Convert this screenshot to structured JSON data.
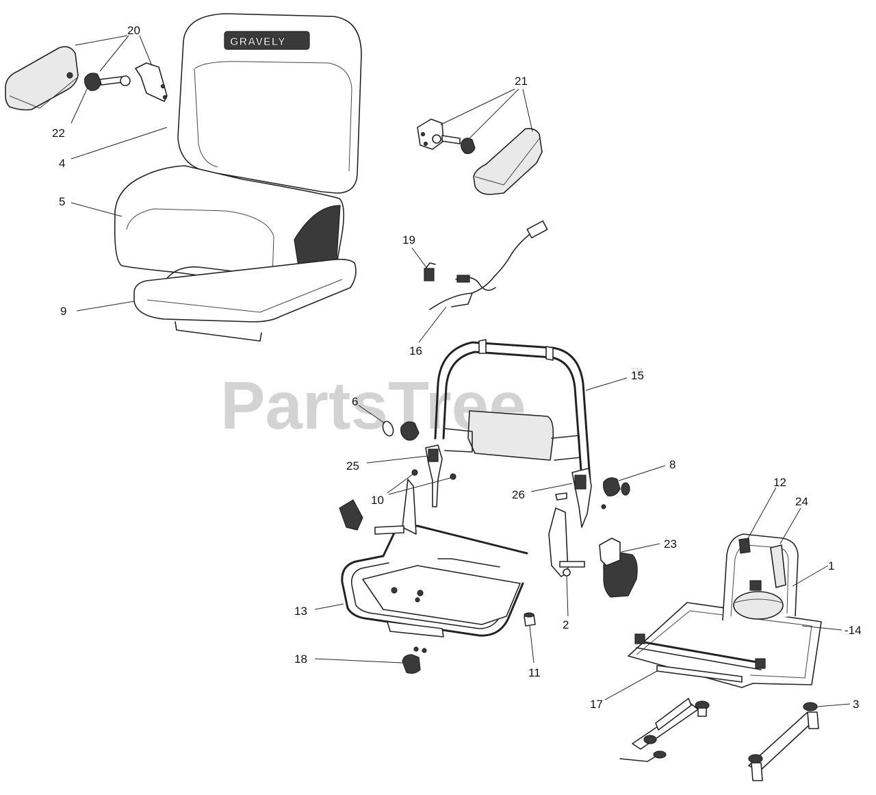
{
  "brand_logo": "GRAVELY",
  "watermark": {
    "text": "PartsTree",
    "tm": "TM"
  },
  "callouts": [
    {
      "id": "c20",
      "text": "20"
    },
    {
      "id": "c22",
      "text": "22"
    },
    {
      "id": "c4",
      "text": "4"
    },
    {
      "id": "c5",
      "text": "5"
    },
    {
      "id": "c9",
      "text": "9"
    },
    {
      "id": "c21",
      "text": "21"
    },
    {
      "id": "c19",
      "text": "19"
    },
    {
      "id": "c16",
      "text": "16"
    },
    {
      "id": "c15",
      "text": "15"
    },
    {
      "id": "c6",
      "text": "6"
    },
    {
      "id": "c25",
      "text": "25"
    },
    {
      "id": "c10",
      "text": "10"
    },
    {
      "id": "c8",
      "text": "8"
    },
    {
      "id": "c26",
      "text": "26"
    },
    {
      "id": "c12",
      "text": "12"
    },
    {
      "id": "c24",
      "text": "24"
    },
    {
      "id": "c23",
      "text": "23"
    },
    {
      "id": "c1",
      "text": "1"
    },
    {
      "id": "c14",
      "text": "-14"
    },
    {
      "id": "c13",
      "text": "13"
    },
    {
      "id": "c2",
      "text": "2"
    },
    {
      "id": "c11",
      "text": "11"
    },
    {
      "id": "c18",
      "text": "18"
    },
    {
      "id": "c17",
      "text": "17"
    },
    {
      "id": "c3",
      "text": "3"
    }
  ]
}
